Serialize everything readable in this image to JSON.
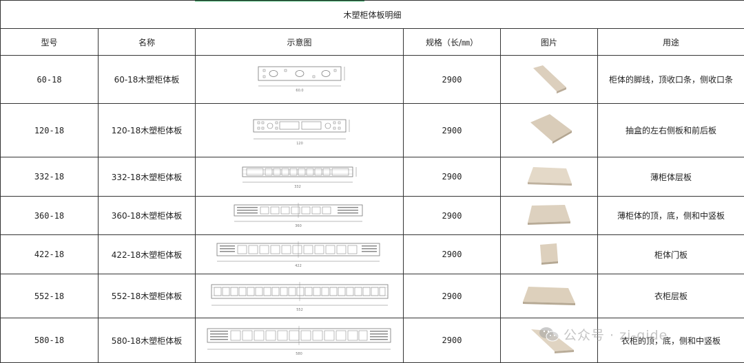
{
  "table": {
    "title": "木塑柜体板明细",
    "headers": {
      "model": "型号",
      "name": "名称",
      "diagram": "示意图",
      "spec": "规格（长/㎜）",
      "photo": "图片",
      "usage": "用途"
    },
    "rows": [
      {
        "model": "60-18",
        "name": "60-18木塑柜体板",
        "spec": "2900",
        "usage": "柜体的脚线，顶收口条，侧收口条",
        "diagram_label": "60.0"
      },
      {
        "model": "120-18",
        "name": "120-18木塑柜体板",
        "spec": "2900",
        "usage": "抽盒的左右侧板和前后板",
        "diagram_label": "120"
      },
      {
        "model": "332-18",
        "name": "332-18木塑柜体板",
        "spec": "2900",
        "usage": "薄柜体层板",
        "diagram_label": "332"
      },
      {
        "model": "360-18",
        "name": "360-18木塑柜体板",
        "spec": "2900",
        "usage": "薄柜体的顶，底，侧和中竖板",
        "diagram_label": "360"
      },
      {
        "model": "422-18",
        "name": "422-18木塑柜体板",
        "spec": "2900",
        "usage": "柜体门板",
        "diagram_label": "422"
      },
      {
        "model": "552-18",
        "name": "552-18木塑柜体板",
        "spec": "2900",
        "usage": "衣柜层板",
        "diagram_label": "552"
      },
      {
        "model": "580-18",
        "name": "580-18木塑柜体板",
        "spec": "2900",
        "usage": "衣柜的顶，底，侧和中竖板",
        "diagram_label": "580"
      }
    ]
  },
  "watermark": {
    "text": "公众号 · zi-gide",
    "icon": "wechat-icon"
  },
  "colors": {
    "border": "#333333",
    "accent_line": "#1d9b4f",
    "board": "#d8cdbd"
  }
}
